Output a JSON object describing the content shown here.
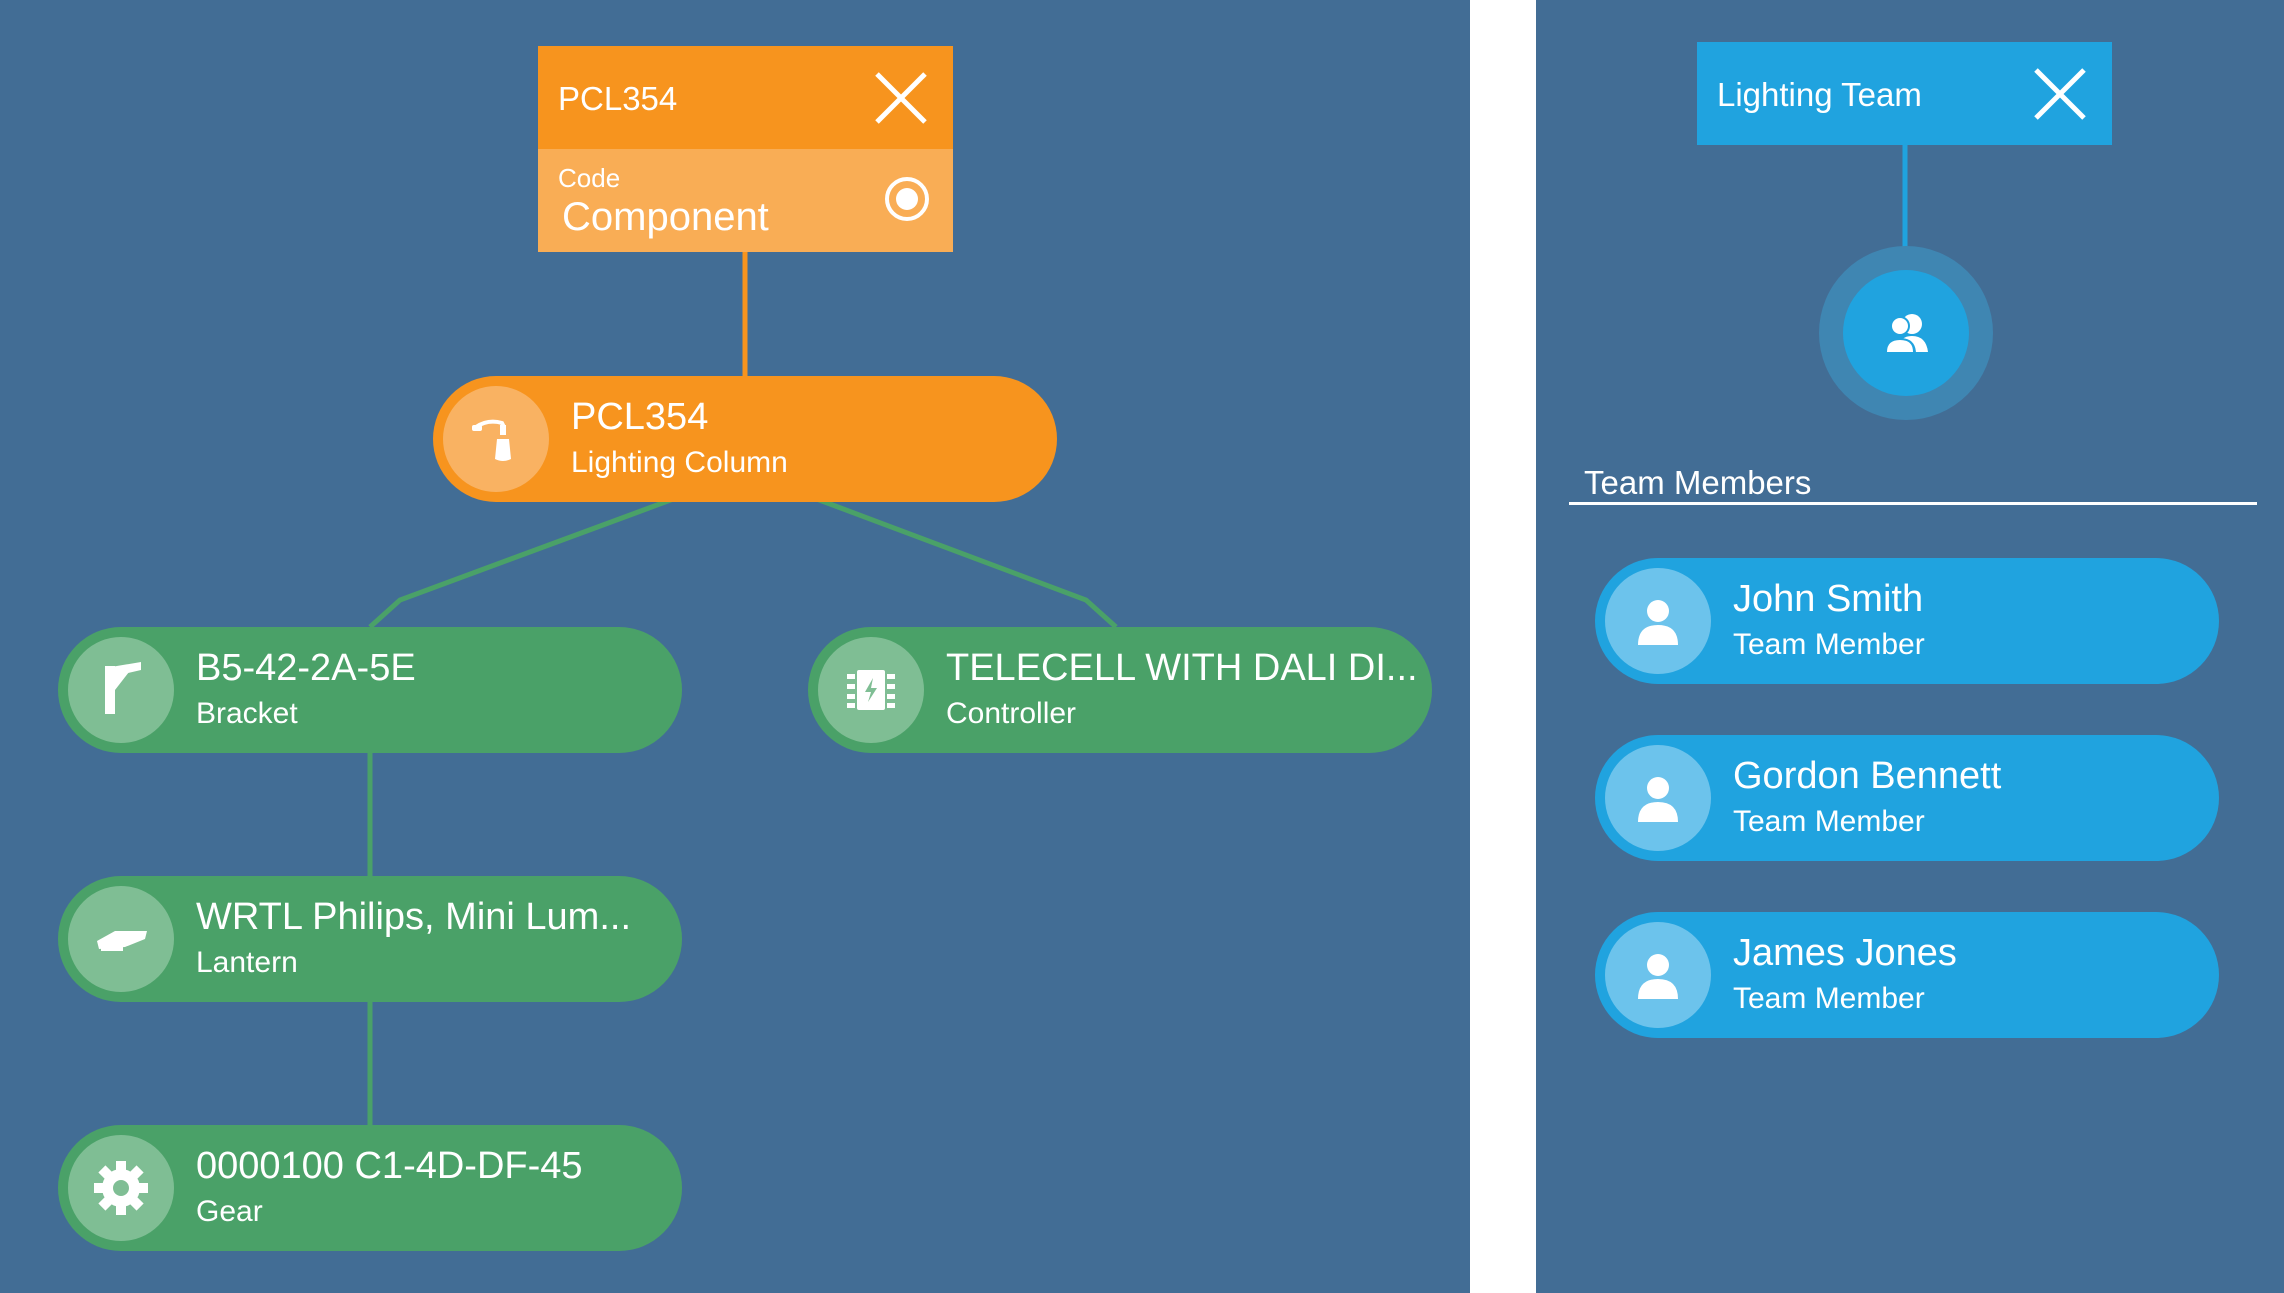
{
  "code_card": {
    "title": "PCL354",
    "code_label": "Code",
    "code_value": "Component"
  },
  "tree": {
    "root": {
      "name": "PCL354",
      "type": "Lighting Column",
      "icon": "lighting-column-icon"
    },
    "bracket": {
      "name": "B5-42-2A-5E",
      "type": "Bracket",
      "icon": "bracket-icon"
    },
    "controller": {
      "name": "TELECELL WITH DALI DI...",
      "type": "Controller",
      "icon": "controller-chip-icon"
    },
    "lantern": {
      "name": "WRTL Philips, Mini Lum...",
      "type": "Lantern",
      "icon": "lantern-icon"
    },
    "gear": {
      "name": "0000100 C1-4D-DF-45",
      "type": "Gear",
      "icon": "gear-icon"
    }
  },
  "team_card": {
    "title": "Lighting Team",
    "icon": "team-icon"
  },
  "team_members": {
    "heading": "Team Members",
    "members": [
      {
        "name": "John Smith",
        "role": "Team Member",
        "icon": "person-icon"
      },
      {
        "name": "Gordon Bennett",
        "role": "Team Member",
        "icon": "person-icon"
      },
      {
        "name": "James Jones",
        "role": "Team Member",
        "icon": "person-icon"
      }
    ]
  },
  "colors": {
    "background": "#426d95",
    "component_orange": "#f7941e",
    "component_orange_light": "#f9ad55",
    "asset_green": "#4aa168",
    "team_blue": "#20a3df",
    "divider": "#ffffff"
  }
}
